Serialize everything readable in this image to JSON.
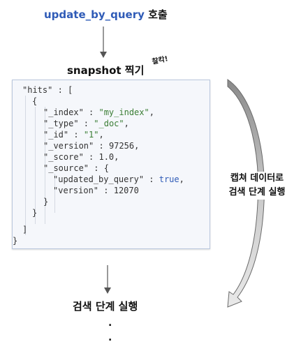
{
  "top_step": {
    "api_name": "update_by_query",
    "suffix": " 호출"
  },
  "snapshot_step": {
    "label": "snapshot 찍기",
    "click_note": "찰칵!"
  },
  "code": {
    "l1_key": "\"hits\"",
    "l1_rest": " : [",
    "l2": "{",
    "index_key": "\"_index\"",
    "index_val": "\"my_index\"",
    "type_key": "\"_type\"",
    "type_val": "\"_doc\"",
    "id_key": "\"_id\"",
    "id_val": "\"1\"",
    "version_key": "\"_version\"",
    "version_val": "97256",
    "score_key": "\"_score\"",
    "score_val": "1.0",
    "source_key": "\"_source\"",
    "source_rest": " : {",
    "ubq_key": "\"updated_by_query\"",
    "ubq_val": "true",
    "src_version_key": "\"version\"",
    "src_version_val": "12070",
    "close_inner": "}",
    "close_doc": "}",
    "close_arr": "]",
    "close_root": "}"
  },
  "side_label": {
    "line1": "캡쳐 데이터로",
    "line2": "검색 단계 실행"
  },
  "bottom_step": {
    "label": "검색 단계 실행",
    "dot1": ".",
    "dot2": "."
  }
}
